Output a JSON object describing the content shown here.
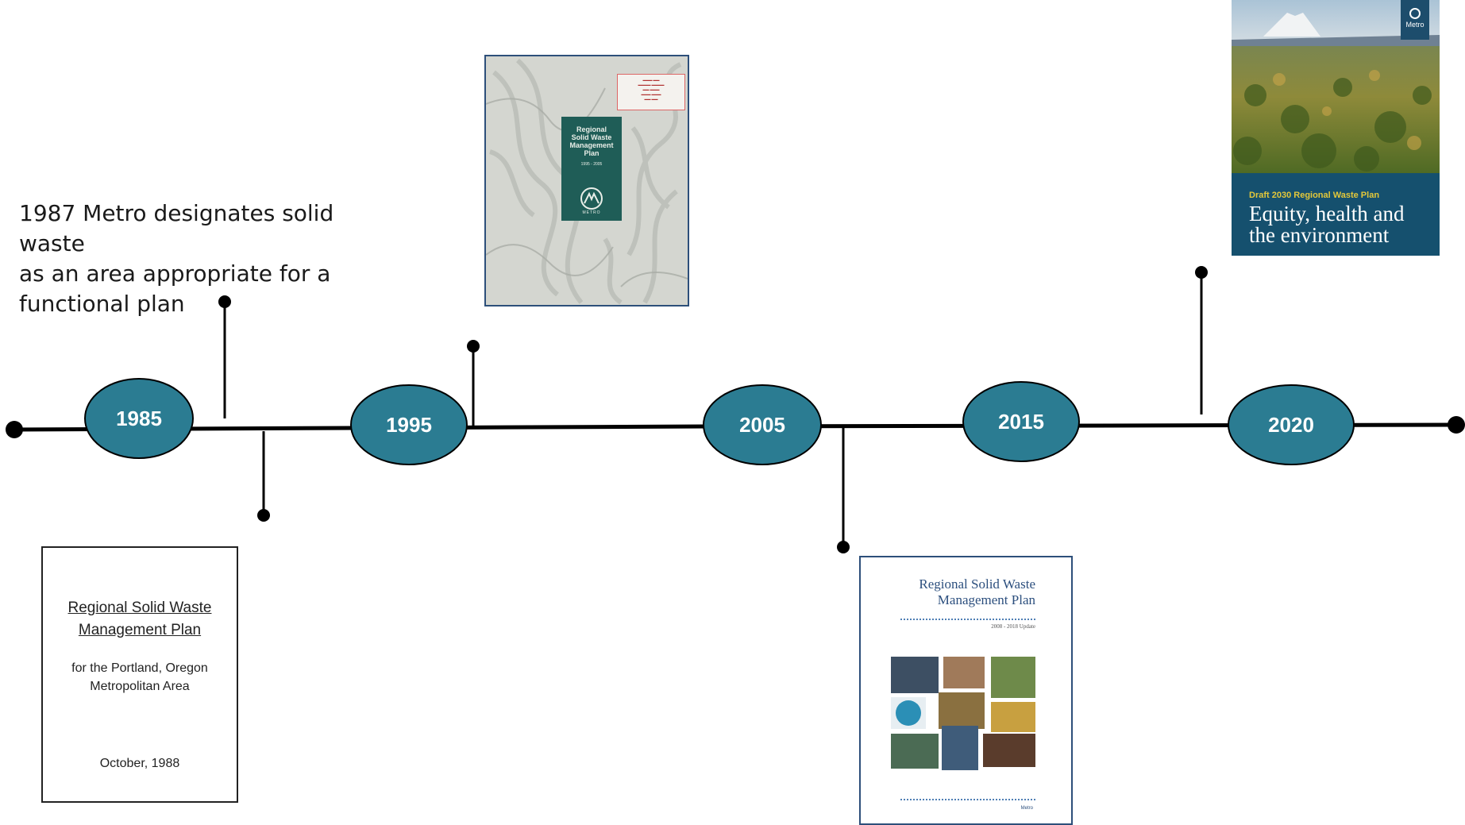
{
  "timeline": {
    "years": [
      "1985",
      "1995",
      "2005",
      "2015",
      "2020"
    ],
    "colors": {
      "node_fill": "#2b7c92",
      "line": "#000000"
    }
  },
  "caption": {
    "lines": [
      "1987 Metro designates solid waste",
      "as an area appropriate for a",
      "functional plan"
    ]
  },
  "doc_1988": {
    "title_lines": [
      "Regional Solid Waste",
      "Management Plan"
    ],
    "subtitle_lines": [
      "for the Portland, Oregon",
      "Metropolitan Area"
    ],
    "date": "October, 1988"
  },
  "doc_1995": {
    "title_lines": [
      "Regional",
      "Solid Waste",
      "Management",
      "Plan"
    ],
    "subtitle": "1995 - 2005",
    "publisher": "METRO"
  },
  "doc_2008": {
    "title_lines": [
      "Regional Solid Waste",
      "Management Plan"
    ],
    "subtitle": "2008 - 2018 Update",
    "footer": "Metro"
  },
  "doc_2030": {
    "badge": "Metro",
    "kicker": "Draft 2030 Regional Waste Plan",
    "title_lines": [
      "Equity, health and",
      "the environment"
    ]
  }
}
